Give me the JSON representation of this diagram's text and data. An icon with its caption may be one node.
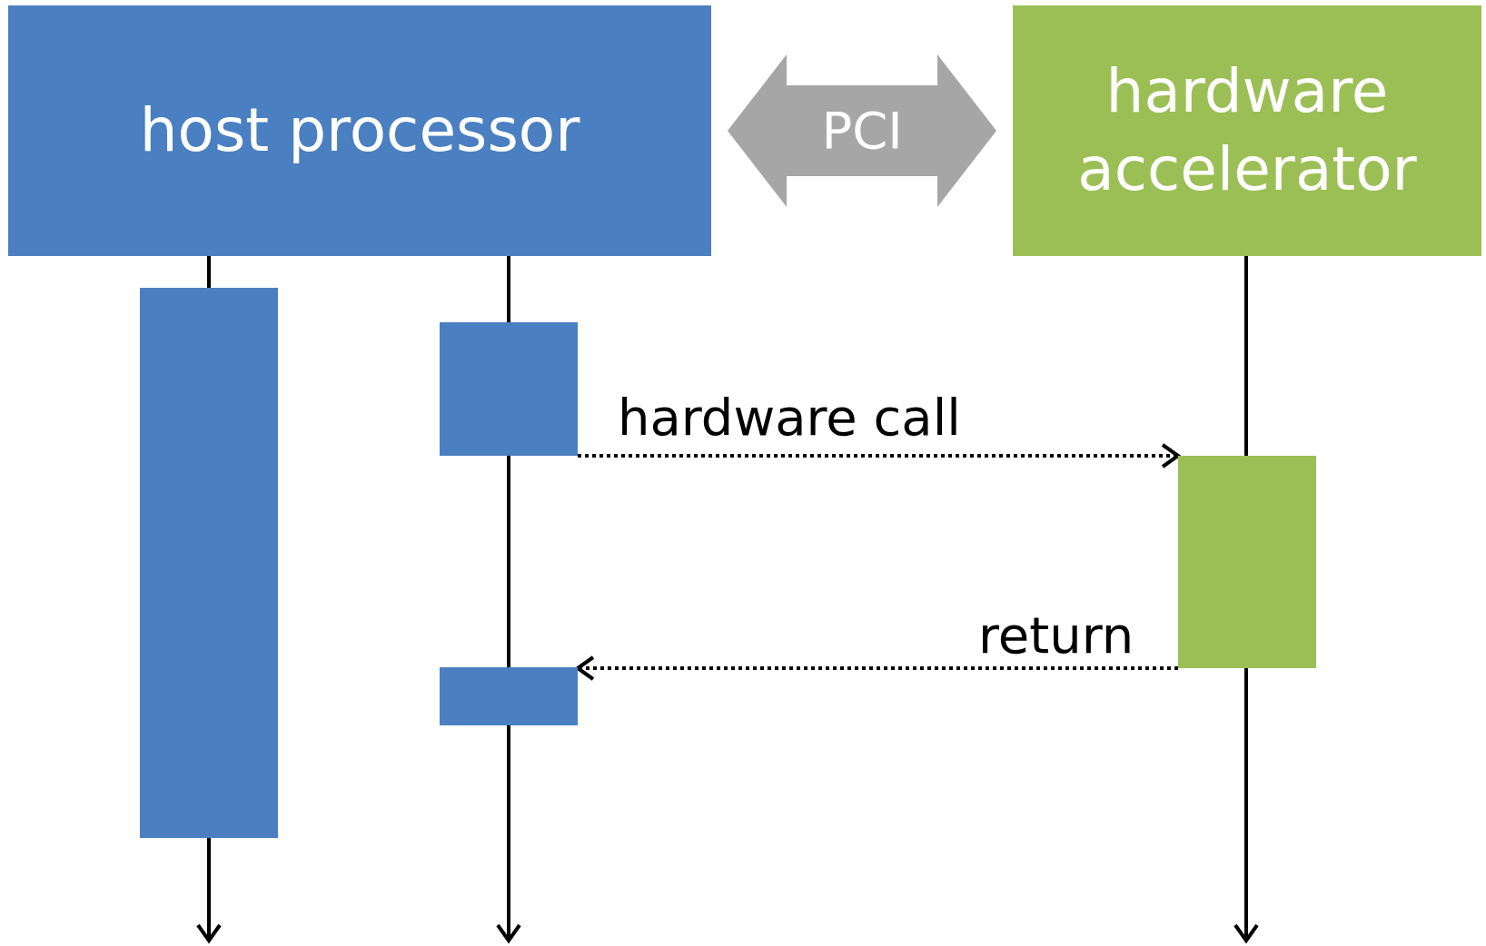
{
  "diagram": {
    "nodes": [
      {
        "text": [
          "host processor"
        ]
      },
      {
        "text": [
          "hardware accelerator"
        ]
      },
      {
        "text": [],
        "shape": "bar"
      },
      {
        "text": [],
        "shape": "bar"
      },
      {
        "text": [],
        "shape": "bar"
      },
      {
        "text": [],
        "shape": "bar"
      }
    ],
    "edges": [
      {
        "from": 0,
        "to": 1,
        "arrow": "both",
        "label": "PCI",
        "style": "thick",
        "color": "#a6a6a6"
      },
      {
        "from": 3,
        "to": 5,
        "arrow": "to",
        "label": "hardware call",
        "style": "dashed"
      },
      {
        "from": 5,
        "to": 4,
        "arrow": "to",
        "label": "return",
        "style": "dashed"
      },
      {
        "from": 0,
        "to": null,
        "arrow": "to"
      },
      {
        "from": 0,
        "to": null,
        "arrow": "to"
      },
      {
        "from": 1,
        "to": null,
        "arrow": "to"
      }
    ]
  }
}
